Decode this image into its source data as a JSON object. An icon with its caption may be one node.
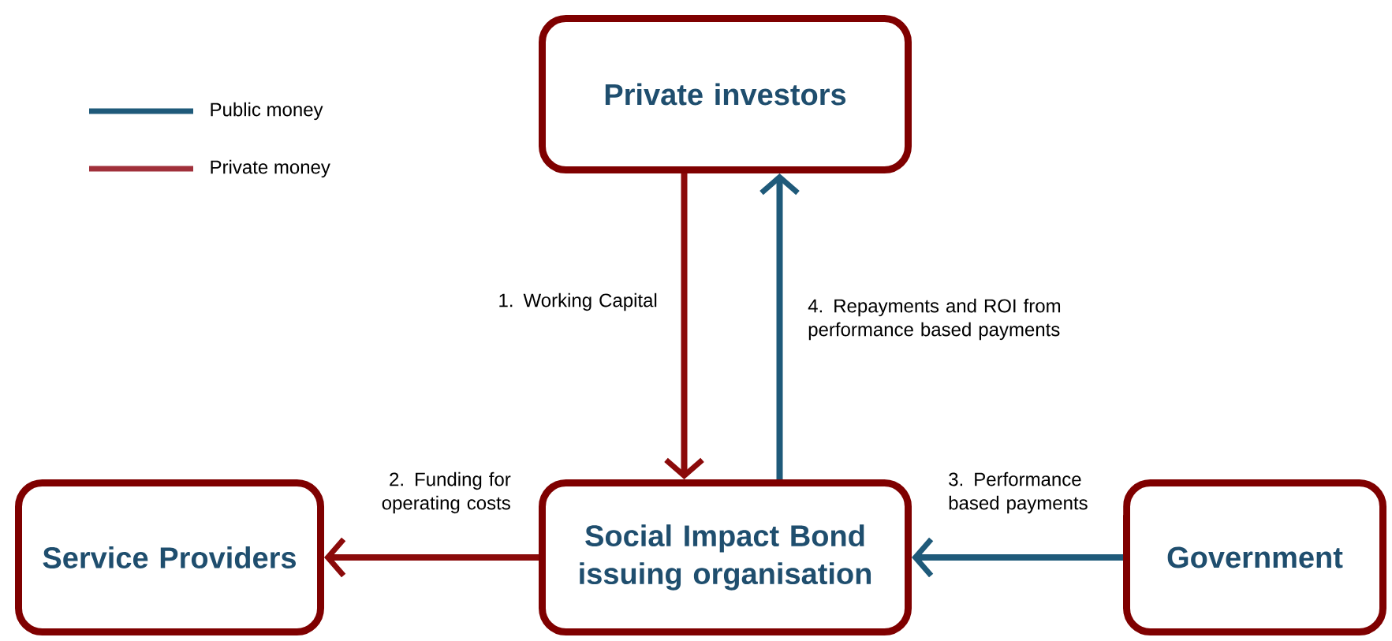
{
  "diagram": {
    "nodes": [
      {
        "text": [
          "Private investors"
        ]
      },
      {
        "text": [
          "Service Providers"
        ]
      },
      {
        "text": [
          "Social Impact Bond issuing organisation"
        ]
      },
      {
        "text": [
          "Government"
        ]
      }
    ],
    "edges": [
      {
        "from": 0,
        "to": 2,
        "arrow": "to",
        "label": "1. Working Capital",
        "color": "#8b0a0a"
      },
      {
        "from": 2,
        "to": 0,
        "arrow": "to",
        "label": "4. Repayments and ROI from performance based payments",
        "color": "#1f5a7a"
      },
      {
        "from": 2,
        "to": 1,
        "arrow": "to",
        "label": "2. Funding for operating costs",
        "color": "#8b0a0a"
      },
      {
        "from": 3,
        "to": 2,
        "arrow": "to",
        "label": "3. Performance based payments",
        "color": "#1f5a7a"
      }
    ],
    "legend": [
      {
        "text": "Public money",
        "color": "#1f5a7a"
      },
      {
        "text": "Private money",
        "color": "#a0303a"
      }
    ]
  }
}
